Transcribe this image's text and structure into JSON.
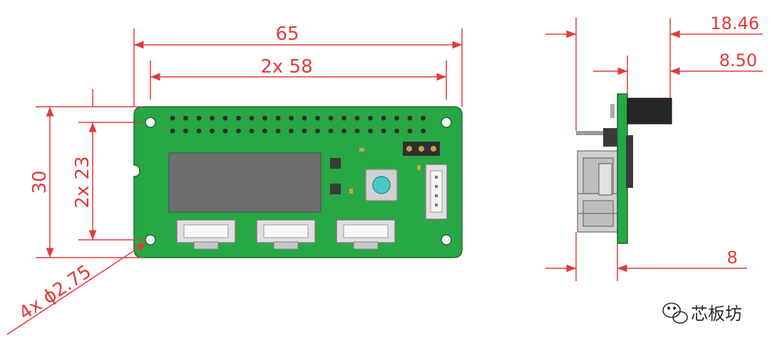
{
  "dimensions": {
    "width": "65",
    "hole_pitch_x": "2x 58",
    "height": "30",
    "hole_pitch_y": "2x 23",
    "hole_diameter": "4x ϕ2.75",
    "side_total": "18.46",
    "side_offset": "8.50",
    "side_depth": "8"
  },
  "watermark": {
    "text": "芯板坊",
    "icon": "wechat-icon"
  },
  "colors": {
    "dimension": "#e23b3b",
    "pcb": "#28a745",
    "pcb_edge": "#1a6f2c",
    "display": "#6f6f6f",
    "button_cap": "#4cc7c7",
    "connector": "#d8d8d8"
  }
}
